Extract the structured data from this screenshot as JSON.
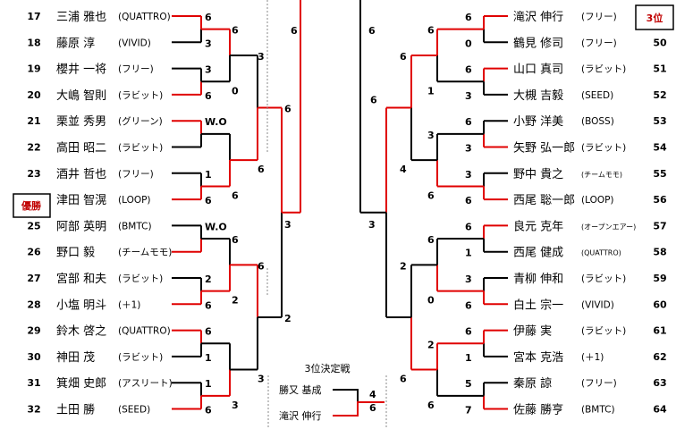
{
  "left_players": [
    {
      "num": "17",
      "name": "三浦 雅也",
      "team": "(QUATTRO)"
    },
    {
      "num": "18",
      "name": "藤原 淳",
      "team": "(VIVID)"
    },
    {
      "num": "19",
      "name": "櫻井 一将",
      "team": "(フリー)"
    },
    {
      "num": "20",
      "name": "大嶋 智則",
      "team": "(ラビット)"
    },
    {
      "num": "21",
      "name": "栗並 秀男",
      "team": "(グリーン)"
    },
    {
      "num": "22",
      "name": "高田 昭二",
      "team": "(ラビット)"
    },
    {
      "num": "23",
      "name": "酒井 哲也",
      "team": "(フリー)"
    },
    {
      "num": "",
      "name": "津田 智滉",
      "team": "(LOOP)"
    },
    {
      "num": "25",
      "name": "阿部 英明",
      "team": "(BMTC)"
    },
    {
      "num": "26",
      "name": "野口 毅",
      "team": "(チームモモ)"
    },
    {
      "num": "27",
      "name": "宮部 和夫",
      "team": "(ラビット)"
    },
    {
      "num": "28",
      "name": "小塩 明斗",
      "team": "(＋1)"
    },
    {
      "num": "29",
      "name": "鈴木 啓之",
      "team": "(QUATTRO)"
    },
    {
      "num": "30",
      "name": "神田 茂",
      "team": "(ラビット)"
    },
    {
      "num": "31",
      "name": "箕畑 史郎",
      "team": "(アスリート)"
    },
    {
      "num": "32",
      "name": "土田 勝",
      "team": "(SEED)"
    }
  ],
  "right_players": [
    {
      "num": "",
      "name": "滝沢 伸行",
      "team": "(フリー)"
    },
    {
      "num": "50",
      "name": "鶴見 修司",
      "team": "(フリー)"
    },
    {
      "num": "51",
      "name": "山口 真司",
      "team": "(ラビット)"
    },
    {
      "num": "52",
      "name": "大槻 吉毅",
      "team": "(SEED)"
    },
    {
      "num": "53",
      "name": "小野 洋美",
      "team": "(BOSS)"
    },
    {
      "num": "54",
      "name": "矢野 弘一郎",
      "team": "(ラビット)"
    },
    {
      "num": "55",
      "name": "野中 貴之",
      "team": "(チームモモ)"
    },
    {
      "num": "56",
      "name": "西尾 聡一郎",
      "team": "(LOOP)"
    },
    {
      "num": "57",
      "name": "良元 克年",
      "team": "(オープンエアー)"
    },
    {
      "num": "58",
      "name": "西尾 健成",
      "team": "(QUATTRO)"
    },
    {
      "num": "59",
      "name": "青柳 伸和",
      "team": "(ラビット)"
    },
    {
      "num": "60",
      "name": "白土 宗一",
      "team": "(VIVID)"
    },
    {
      "num": "61",
      "name": "伊藤 実",
      "team": "(ラビット)"
    },
    {
      "num": "62",
      "name": "宮本 克浩",
      "team": "(＋1)"
    },
    {
      "num": "63",
      "name": "秦原 諒",
      "team": "(フリー)"
    },
    {
      "num": "64",
      "name": "佐藤 勝亨",
      "team": "(BMTC)"
    }
  ],
  "left_r1_scores": [
    "6",
    "3",
    "3",
    "6",
    "W.O",
    "",
    "1",
    "6",
    "W.O",
    "",
    "2",
    "6",
    "6",
    "1",
    "1",
    "6"
  ],
  "left_r2_scores": [
    "6",
    "0",
    "",
    "6",
    "6",
    "2",
    "",
    "3"
  ],
  "left_r3_scores": [
    "3",
    "6",
    "6",
    "3"
  ],
  "left_r4_scores": [
    "6",
    "2"
  ],
  "left_final_scores": [
    "6",
    "6",
    "3"
  ],
  "right_r1_scores": [
    "6",
    "0",
    "6",
    "3",
    "6",
    "3",
    "3",
    "6",
    "6",
    "1",
    "3",
    "6",
    "6",
    "1",
    "5",
    "7"
  ],
  "right_r2_scores": [
    "6",
    "1",
    "3",
    "6",
    "6",
    "0",
    "2",
    "6"
  ],
  "right_r3_scores": [
    "6",
    "4",
    "2",
    "6"
  ],
  "right_r4_scores": [
    "4",
    "3"
  ],
  "badges": {
    "winner": "優勝",
    "third": "3位"
  },
  "third_place": {
    "title": "3位決定戦",
    "player1": "勝又 基成",
    "player2": "滝沢 伸行",
    "score1": "4",
    "score2": "6"
  },
  "colors": {
    "win_line": "#e00000",
    "line": "#000000",
    "badge_border": "#c00000"
  }
}
